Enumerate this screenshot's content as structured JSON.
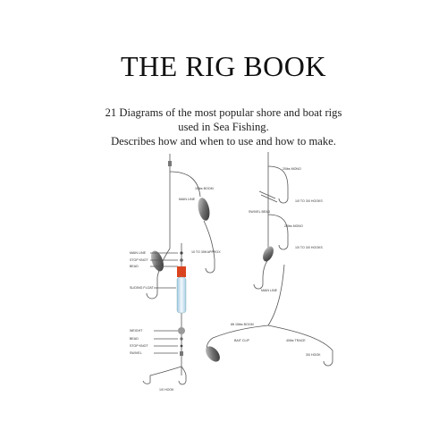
{
  "cover": {
    "title": "THE RIG BOOK",
    "subtitle_line1": "21 Diagrams of the most popular shore and boat rigs",
    "subtitle_line2": "used in Sea Fishing.",
    "subtitle_line3": "Describes how and when to use and how to make."
  },
  "diagram_float": {
    "main_line": "MAIN LINE",
    "stop_knot_top": "STOP KNOT",
    "bead_top": "BEAD",
    "sliding_float": "SLIDING FLOAT",
    "weight": "WEIGHT",
    "bead_bottom": "BEAD",
    "stop_knot_bottom": "STOP KNOT",
    "swivel": "SWIVEL",
    "hook": "1/0 HOOK"
  },
  "diagram_spinner": {
    "main_line": "MAIN LINE",
    "side_label": "15lbs BOOM",
    "bottom_label": "10 TO 30ft APPROX"
  },
  "diagram_paternoster": {
    "label_top": "20lbs MONO",
    "label_a": "1/0 TO 3/0 HOOKS",
    "label_b": "SWIVEL BEAD",
    "label_c": "20lbs MONO",
    "label_d": "1/0 TO 3/0 HOOKS"
  },
  "diagram_boat": {
    "main_line": "MAIN LINE",
    "boom": "6ft 15lbs BOOM",
    "clip": "BAIT CLIP",
    "trace": "40lbs TRACE",
    "hook": "3/0 HOOK"
  }
}
